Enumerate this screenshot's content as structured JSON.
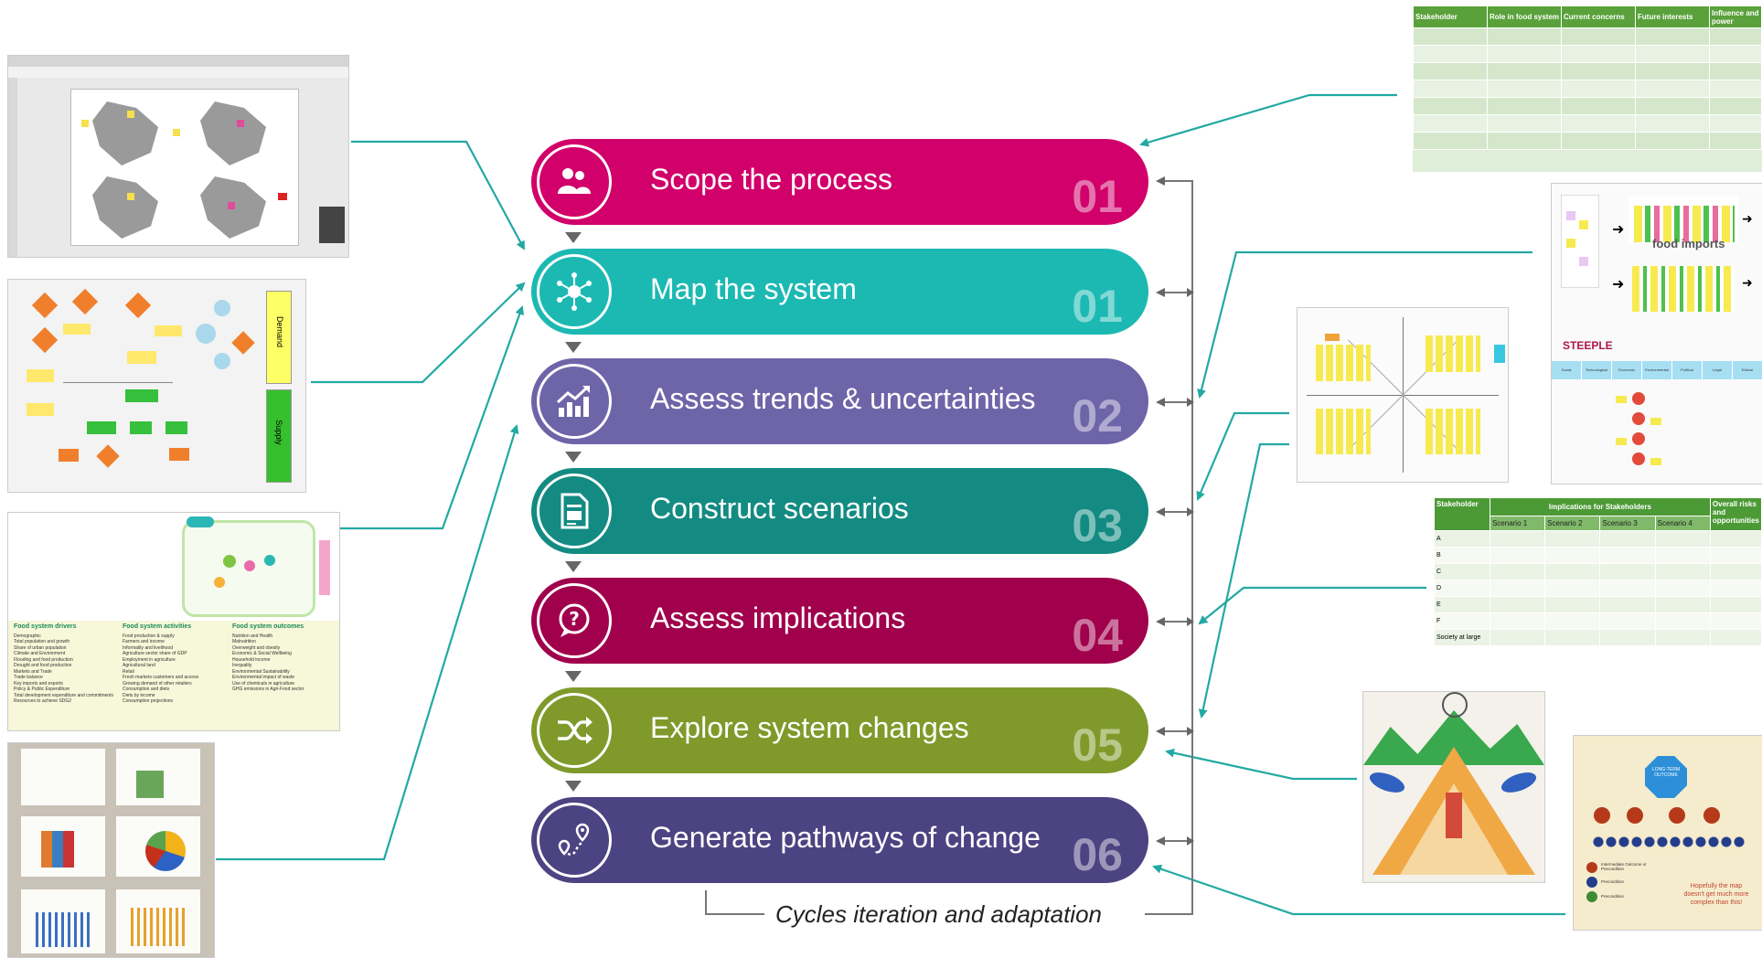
{
  "steps": [
    {
      "label": "Scope the process",
      "num": "01",
      "color": "#d1006a",
      "icon": "people-icon"
    },
    {
      "label": "Map the system",
      "num": "01",
      "color": "#1cb9b3",
      "icon": "network-icon"
    },
    {
      "label": "Assess trends & uncertainties",
      "num": "02",
      "color": "#6e64a8",
      "icon": "trend-chart-icon"
    },
    {
      "label": "Construct scenarios",
      "num": "03",
      "color": "#138b82",
      "icon": "document-icon"
    },
    {
      "label": "Assess implications",
      "num": "04",
      "color": "#a0004c",
      "icon": "question-bubble-icon"
    },
    {
      "label": "Explore system changes",
      "num": "05",
      "color": "#7f9a2a",
      "icon": "shuffle-icon"
    },
    {
      "label": "Generate pathways of change",
      "num": "06",
      "color": "#4c4382",
      "icon": "route-icon"
    }
  ],
  "cycle_caption": "Cycles iteration and adaptation",
  "stakeholder_table": {
    "headers": [
      "Stakeholder",
      "Role in food system",
      "Current concerns",
      "Future interests",
      "Influence and power"
    ]
  },
  "steeple": {
    "title": "STEEPLE",
    "columns": [
      "Social",
      "Technological",
      "Economic",
      "Environmental",
      "Political",
      "Legal",
      "Ethical"
    ]
  },
  "implications_table": {
    "h_stakeholder": "Stakeholder",
    "h_implications": "Implications for Stakeholders",
    "h_overall": "Overall risks and opportunities",
    "scenarios": [
      "Scenario 1",
      "Scenario 2",
      "Scenario 3",
      "Scenario 4"
    ],
    "rows": [
      "A",
      "B",
      "C",
      "D",
      "E",
      "F",
      "Society at large"
    ]
  },
  "food_system": {
    "drivers_title": "Food system drivers",
    "activities_title": "Food system activities",
    "outcomes_title": "Food system outcomes",
    "drivers": [
      "Demographic",
      "Total population and growth",
      "Share of urban population",
      "Climate and Environment",
      "Flooding and food production",
      "Drought and food production",
      "Markets and Trade",
      "Trade balance",
      "Key imports and exports",
      "Policy & Public Expenditure",
      "Total development expenditure and commitments",
      "Resources to achieve SDG2"
    ],
    "activities": [
      "Food production & supply",
      "Farmers and income",
      "Informality and livelihood",
      "Agriculture sector share of GDP",
      "Employment in agriculture",
      "Agricultural land",
      "Retail",
      "Fresh markets customers and access",
      "Growing demand of other retailers",
      "Consumption and diets",
      "Diets by income",
      "Consumption projections"
    ],
    "outcomes": [
      "Nutrition and Health",
      "Malnutrition",
      "Overweight and obesity",
      "Economic & Social Wellbeing",
      "Household income",
      "Inequality",
      "Environmental Sustainability",
      "Environmental impact of waste",
      "Use of chemicals in agriculture",
      "GHG emissions in Agri-Food sector"
    ]
  },
  "outcome_map": {
    "top_label": "LONG-TERM OUTCOME",
    "note": "Hopefully the map doesn't get much more complex than this!",
    "legend": [
      "Intermediate Outcome or Precondition",
      "Precondition",
      "Precondition"
    ]
  },
  "system_map_labels": {
    "demand": "Demand",
    "supply": "Supply"
  },
  "photo_label": "food imports"
}
